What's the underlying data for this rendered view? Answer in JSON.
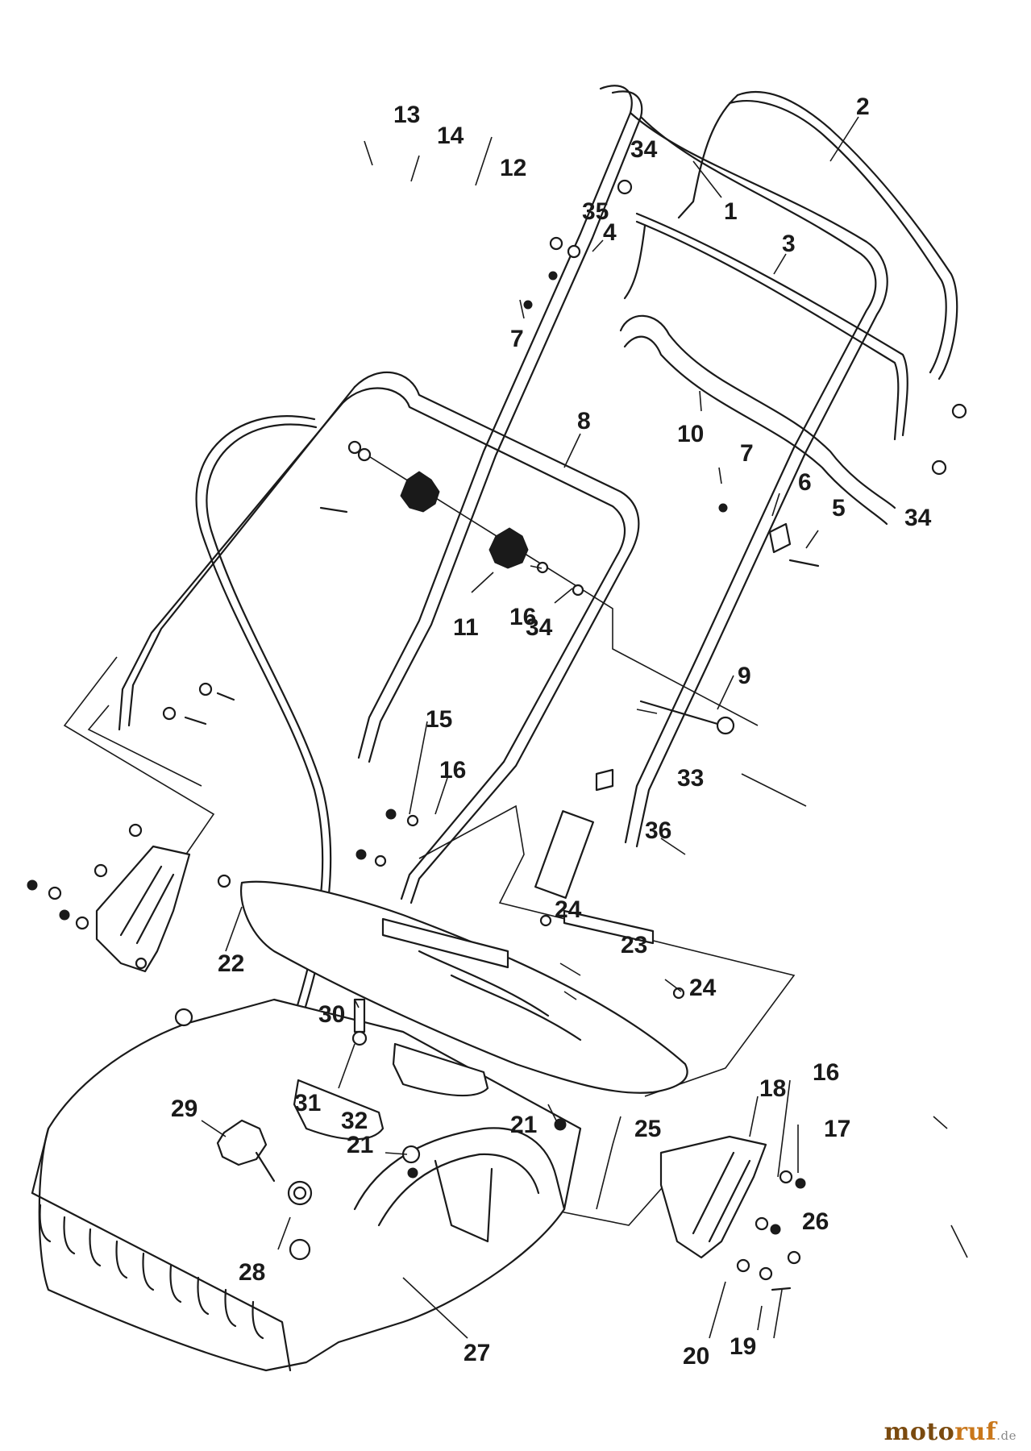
{
  "labels": [
    "1",
    "2",
    "3",
    "4",
    "5",
    "6",
    "7",
    "7",
    "8",
    "9",
    "10",
    "11",
    "12",
    "13",
    "14",
    "15",
    "16",
    "16",
    "16",
    "17",
    "18",
    "19",
    "20",
    "21",
    "21",
    "22",
    "23",
    "24",
    "24",
    "25",
    "26",
    "27",
    "28",
    "29",
    "30",
    "31",
    "32",
    "33",
    "34",
    "34",
    "34",
    "35",
    "36"
  ],
  "watermark": {
    "part1": "moto",
    "part2": "ruf",
    "part3": ".de"
  }
}
